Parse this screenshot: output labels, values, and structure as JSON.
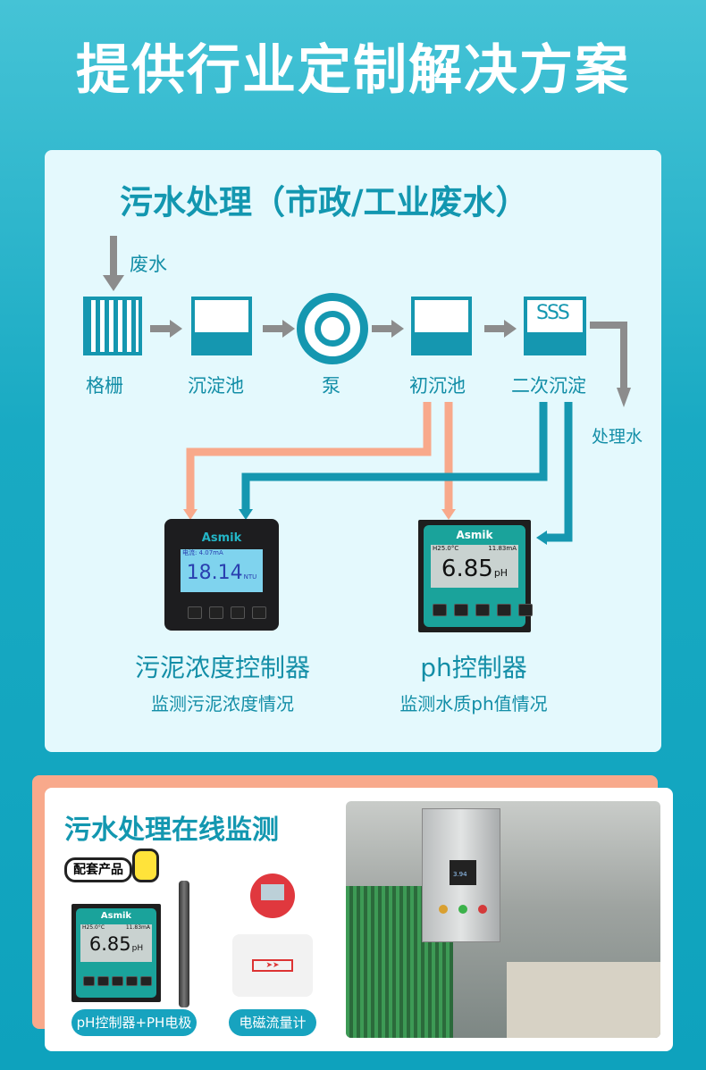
{
  "title": "提供行业定制解决方案",
  "section1": {
    "heading": "污水处理（市政/工业废水）",
    "input_label": "废水",
    "output_label": "处理水",
    "stages": [
      {
        "label": "格栅",
        "icon": "grille-icon"
      },
      {
        "label": "沉淀池",
        "icon": "tank-icon"
      },
      {
        "label": "泵",
        "icon": "pump-icon"
      },
      {
        "label": "初沉池",
        "icon": "tank-icon"
      },
      {
        "label": "二次沉淀",
        "icon": "settling-tank-icon"
      }
    ],
    "devices": [
      {
        "brand": "Asmik",
        "screen_top": "电流: 4.07mA",
        "value": "18.14",
        "unit": "NTU",
        "name": "污泥浓度控制器",
        "desc": "监测污泥浓度情况"
      },
      {
        "brand": "Asmik",
        "screen_left": "H25.0°C",
        "screen_right": "11.83mA",
        "value": "6.85",
        "unit": "pH",
        "name": "ph控制器",
        "desc": "监测水质ph值情况"
      }
    ],
    "colors": {
      "accent": "#1597b0",
      "sludge_line": "#f8a98b",
      "process_arrow": "#8c8c8c"
    }
  },
  "section2": {
    "heading": "污水处理在线监测",
    "badge": "配套产品",
    "products": [
      {
        "label": "pH控制器+PH电极",
        "brand": "Asmik",
        "screen_left": "H25.0°C",
        "screen_right": "11.83mA",
        "value": "6.85",
        "unit": "pH"
      },
      {
        "label": "电磁流量计"
      }
    ],
    "photo_screen": "3.94"
  }
}
